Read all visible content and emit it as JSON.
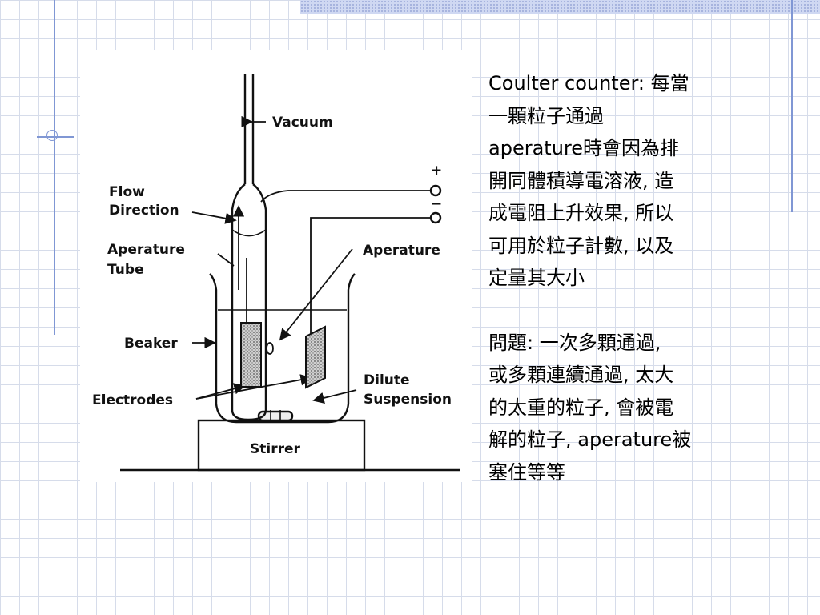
{
  "diagram": {
    "labels": {
      "vacuum": "Vacuum",
      "flow_direction_line1": "Flow",
      "flow_direction_line2": "Direction",
      "aperature_tube_line1": "Aperature",
      "aperature_tube_line2": "Tube",
      "aperature": "Aperature",
      "beaker": "Beaker",
      "electrodes": "Electrodes",
      "dilute_line1": "Dilute",
      "dilute_line2": "Suspension",
      "stirrer": "Stirrer",
      "plus": "+",
      "minus": "−"
    }
  },
  "text": {
    "paragraph1_lines": [
      "Coulter counter: 每當",
      "一顆粒子通過",
      "aperature時會因為排",
      "開同體積導電溶液, 造",
      "成電阻上升效果, 所以",
      "可用於粒子計數, 以及",
      "定量其大小"
    ],
    "paragraph2_lines": [
      "問題: 一次多顆通過,",
      "或多顆連續通過, 太大",
      "的太重的粒子, 會被電",
      "解的粒子, aperature被",
      "塞住等等"
    ]
  }
}
